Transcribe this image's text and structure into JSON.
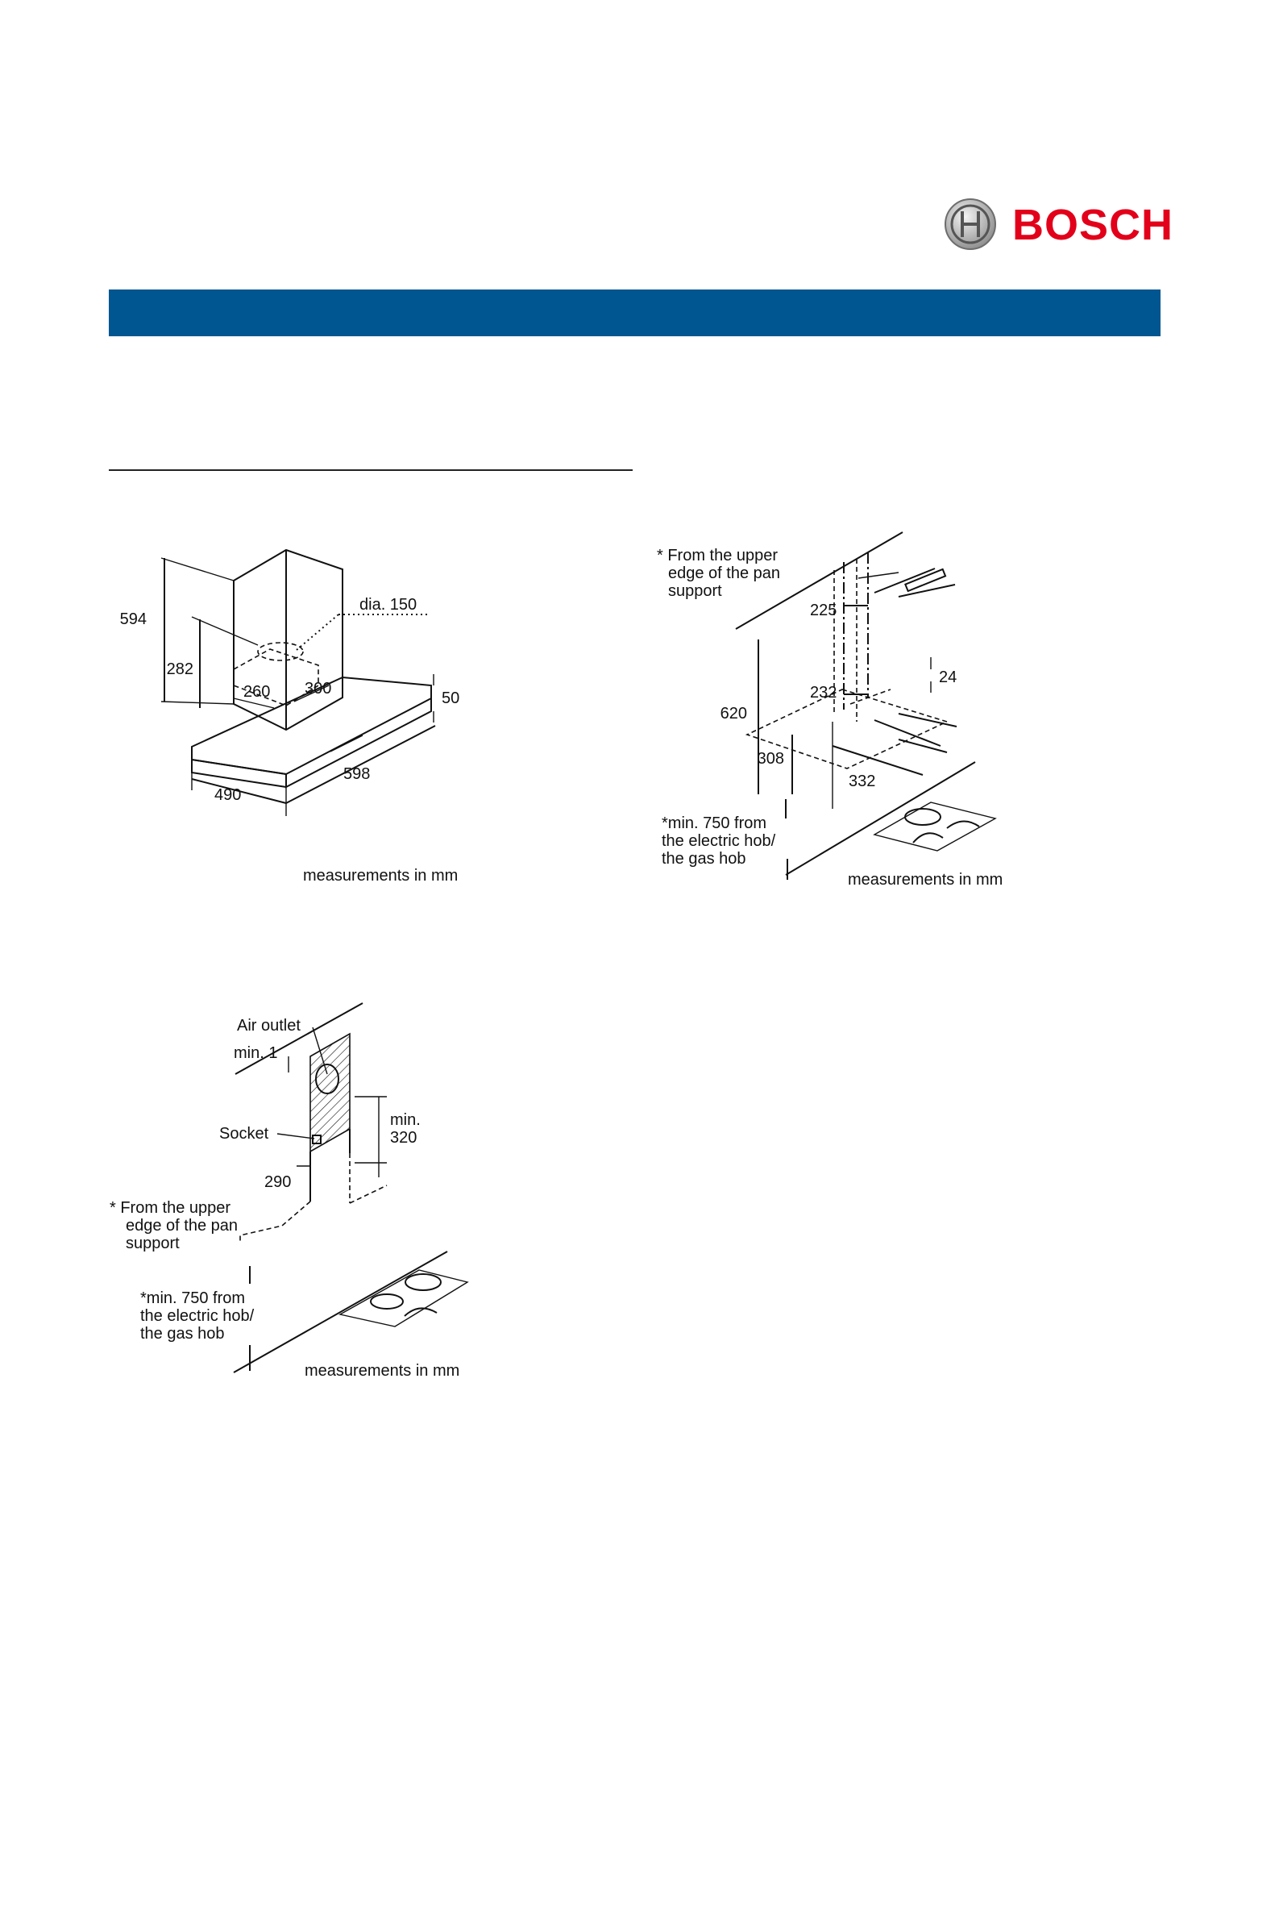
{
  "brand": {
    "name": "BOSCH",
    "color": "#e2001a",
    "banner_color": "#005691"
  },
  "figures": {
    "hood": {
      "dim_594": "594",
      "dim_282": "282",
      "dim_260": "260",
      "dim_300": "300",
      "dim_dia": "dia. 150",
      "dim_50": "50",
      "dim_598": "598",
      "dim_490": "490",
      "caption": "measurements in mm"
    },
    "install": {
      "note_l1": "* From the upper",
      "note_l2": "edge of the pan",
      "note_l3": "support",
      "dim_225": "225",
      "dim_232": "232",
      "dim_24": "24",
      "dim_620": "620",
      "dim_308": "308",
      "dim_332": "332",
      "min_l1": "*min. 750 from",
      "min_l2": "the electric hob/",
      "min_l3": "the gas hob",
      "caption": "measurements in mm"
    },
    "outlet": {
      "air_outlet": "Air outlet",
      "min1": "min. 1",
      "socket": "Socket",
      "min_a": "min.",
      "min_b": "320",
      "dim_290": "290",
      "note_l1": "* From the upper",
      "note_l2": "edge of the pan",
      "note_l3": "support",
      "min_l1": "*min. 750 from",
      "min_l2": "the electric hob/",
      "min_l3": "the gas hob",
      "caption": "measurements in mm"
    }
  }
}
